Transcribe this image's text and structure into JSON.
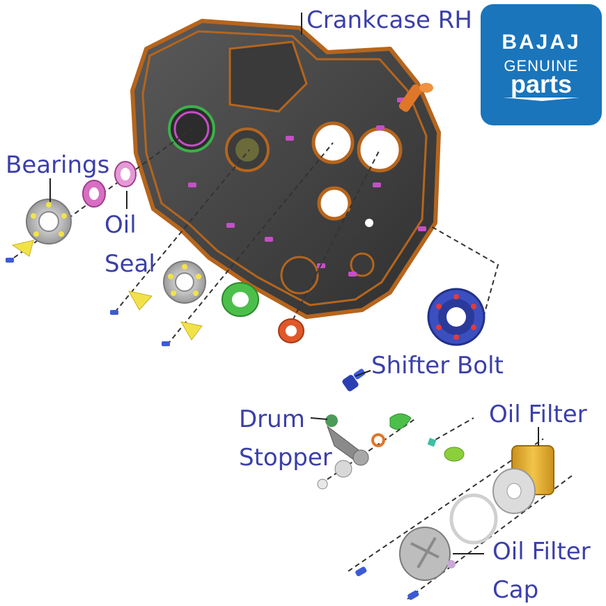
{
  "labels": {
    "crankcase": "Crankcase RH",
    "bearings": "Bearings",
    "oil_seal_1": "Oil",
    "oil_seal_2": "Seal",
    "shifter_bolt": "Shifter Bolt",
    "drum_1": "Drum",
    "drum_2": "Stopper",
    "oil_filter": "Oil Filter",
    "cap_1": "Oil Filter",
    "cap_2": "Cap"
  },
  "logo": {
    "brand": "BAJAJ",
    "line2": "GENUINE",
    "line3": "parts"
  },
  "colors": {
    "label_text": "#3b3fa8",
    "logo_bg": "#1b75bb",
    "casting": "#4a4a4a",
    "gasket": "#b5651d",
    "dowel": "#c64fc6"
  }
}
